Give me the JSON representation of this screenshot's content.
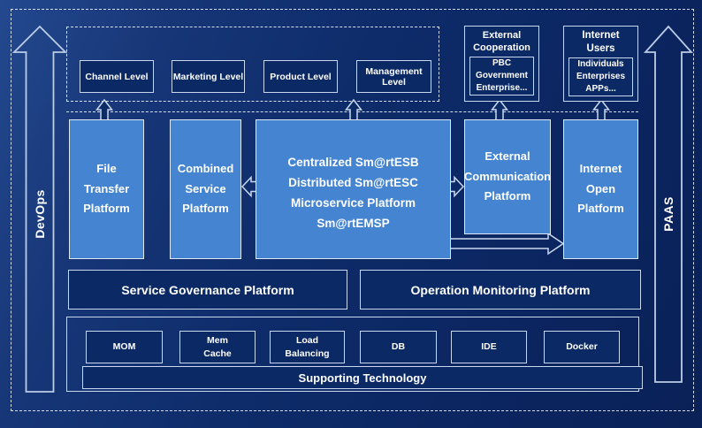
{
  "colors": {
    "background": "#0d2a66",
    "panel_dark": "#0b2965",
    "platform_blue": "#4484d0",
    "border_light": "#c9d8ee",
    "text": "#ffffff"
  },
  "rails": {
    "devops": "DevOps",
    "paas": "PAAS"
  },
  "levels": [
    {
      "label": "Channel Level"
    },
    {
      "label": "Marketing Level"
    },
    {
      "label": "Product Level"
    },
    {
      "label": "Management Level"
    }
  ],
  "external_cooperation": {
    "title": "External\nCooperation",
    "members": "PBC Government\nEnterprise..."
  },
  "internet_users": {
    "title": "Internet Users",
    "members": "Individuals\nEnterprises\nAPPs..."
  },
  "platforms": {
    "file_transfer": "File\nTransfer\nPlatform",
    "combined_service": "Combined\nService\nPlatform",
    "esb": "Centralized Sm@rtESB\nDistributed Sm@rtESC\nMicroservice Platform Sm@rtEMSP",
    "external_communication": "External\nCommunication\nPlatform",
    "internet_open": "Internet\nOpen\nPlatform"
  },
  "governance": {
    "label": "Service Governance Platform"
  },
  "monitoring": {
    "label": "Operation Monitoring Platform"
  },
  "technologies": [
    {
      "label": "MOM"
    },
    {
      "label": "Mem\nCache"
    },
    {
      "label": "Load\nBalancing"
    },
    {
      "label": "DB"
    },
    {
      "label": "IDE"
    },
    {
      "label": "Docker"
    }
  ],
  "supporting": {
    "label": "Supporting Technology"
  }
}
